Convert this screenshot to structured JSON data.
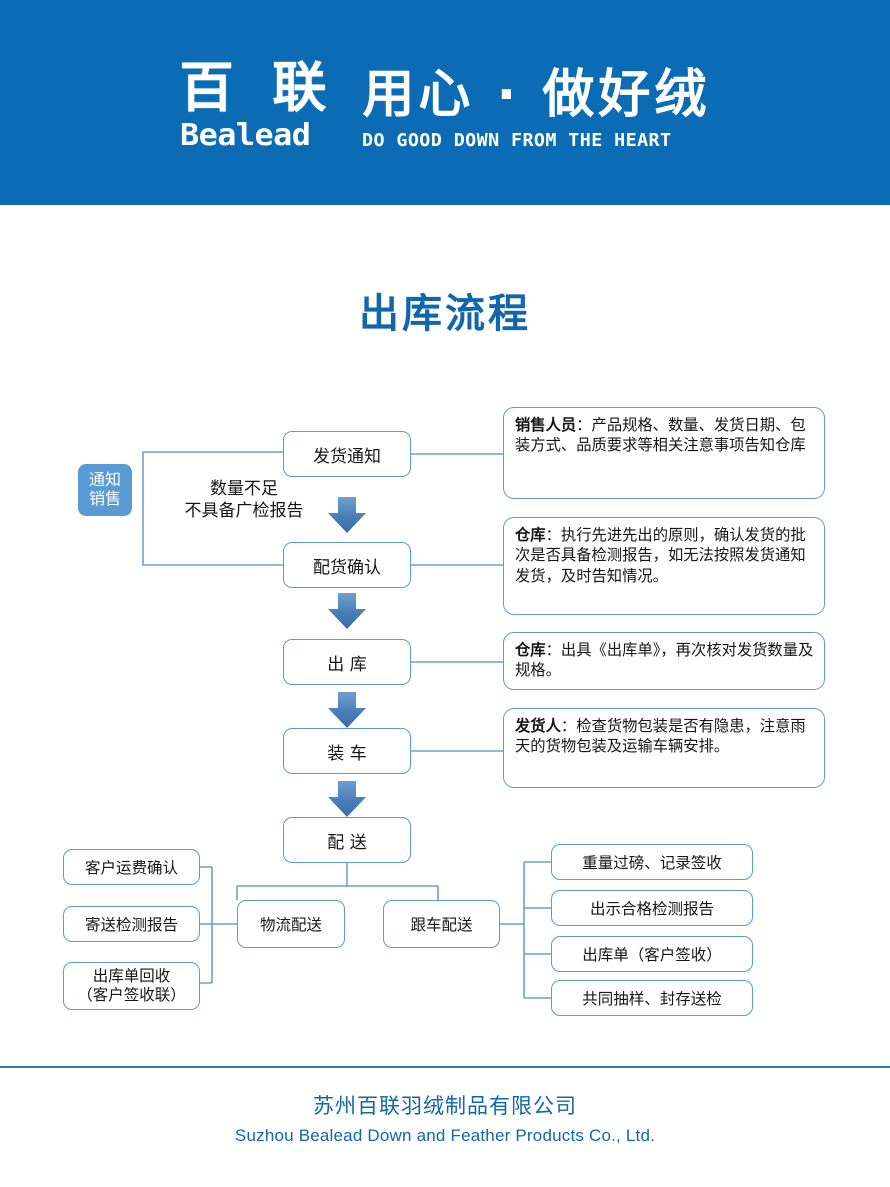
{
  "banner": {
    "logo_cn": "百 联",
    "logo_en": "Bealead",
    "slogan_cn": "用心 · 做好绒",
    "slogan_en": "DO GOOD DOWN FROM THE HEART",
    "background_color": "#0b6cb5"
  },
  "page_title": "出库流程",
  "flow": {
    "notify_sales": "通知\n销售",
    "loop_label": "数量不足\n不具备广检报告",
    "main_steps": [
      {
        "label": "发货通知"
      },
      {
        "label": "配货确认"
      },
      {
        "label": "出 库"
      },
      {
        "label": "装 车"
      },
      {
        "label": "配 送"
      }
    ],
    "notes": [
      {
        "role": "销售人员",
        "sep": "：",
        "text": "产品规格、数量、发货日期、包装方式、品质要求等相关注意事项告知仓库"
      },
      {
        "role": "仓库",
        "sep": "：",
        "text": "执行先进先出的原则，确认发货的批次是否具备检测报告，如无法按照发货通知发货，及时告知情况。"
      },
      {
        "role": "仓库",
        "sep": "：",
        "text": "出具《出库单》，再次核对发货数量及规格。"
      },
      {
        "role": "发货人",
        "sep": "：",
        "text": "检查货物包装是否有隐患，注意雨天的货物包装及运输车辆安排。"
      }
    ],
    "delivery_branches": [
      {
        "label": "物流配送"
      },
      {
        "label": "跟车配送"
      }
    ],
    "logistics_tasks": [
      {
        "label": "客户运费确认"
      },
      {
        "label": "寄送检测报告"
      },
      {
        "label": "出库单回收",
        "label2": "（客户签收联）"
      }
    ],
    "escort_tasks": [
      {
        "label": "重量过磅、记录签收"
      },
      {
        "label": "出示合格检测报告"
      },
      {
        "label": "出库单（客户签收）"
      },
      {
        "label": "共同抽样、封存送检"
      }
    ]
  },
  "footer": {
    "company_cn": "苏州百联羽绒制品有限公司",
    "company_en": "Suzhou Bealead Down and Feather Products Co., Ltd."
  },
  "colors": {
    "brand_blue": "#0b6cb5",
    "accent_blue": "#5b9bd5",
    "arrow_blue": "#4a7ebb",
    "title_blue": "#1266ae"
  }
}
